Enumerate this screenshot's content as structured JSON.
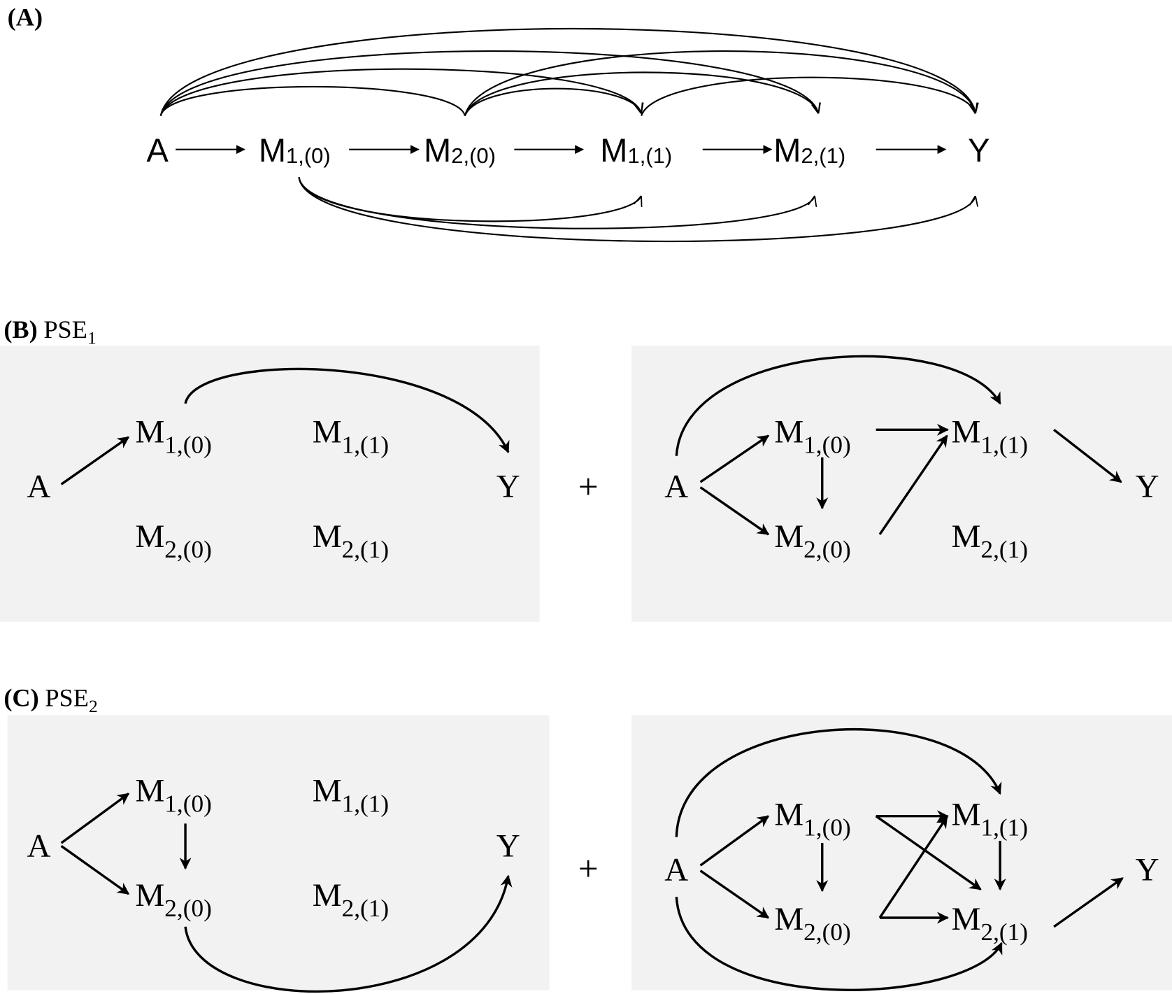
{
  "nodes": [
    {
      "main": "A",
      "sub": ""
    },
    {
      "main": "M",
      "sub": "1,(0)"
    },
    {
      "main": "M",
      "sub": "2,(0)"
    },
    {
      "main": "M",
      "sub": "1,(1)"
    },
    {
      "main": "M",
      "sub": "2,(1)"
    },
    {
      "main": "Y",
      "sub": ""
    }
  ],
  "panel_a": {
    "label": "(A)"
  },
  "panel_b": {
    "label": "(B)",
    "title": "PSE",
    "title_sub": "1",
    "operator": "+"
  },
  "panel_c": {
    "label": "(C)",
    "title": "PSE",
    "title_sub": "2",
    "operator": "+"
  },
  "colors": {
    "panel_background": "#f2f2f2",
    "stroke": "#000000"
  }
}
